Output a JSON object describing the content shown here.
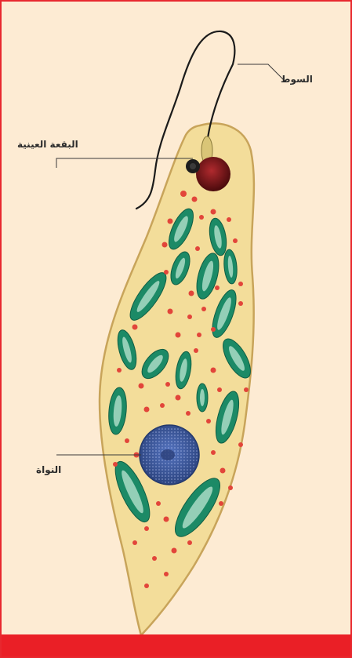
{
  "labels": {
    "flagellum": "السوط",
    "eyespot": "البقعة العينية",
    "nucleus": "النواة"
  },
  "colors": {
    "background": "#fdebd3",
    "border": "#e8282e",
    "bottom_bar": "#ea1f26",
    "cell_body": "#f3dd9a",
    "cell_outline": "#c8a45a",
    "chloroplast": "#1c8a66",
    "chloroplast_inner": "#a9dcc6",
    "granules": "#e2453a",
    "nucleus": "#3f5ca6",
    "eyespot": "#7a1418"
  },
  "icons": {
    "organism": "euglena-cell-icon"
  }
}
